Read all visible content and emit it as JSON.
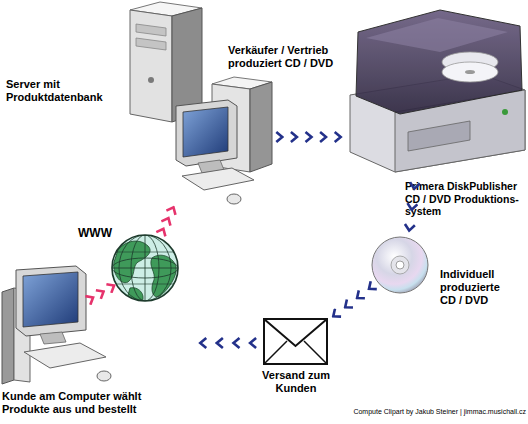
{
  "diagram": {
    "nodes": [
      {
        "text": [
          "Server mit Produktdatenbank"
        ]
      },
      {
        "text": [
          "Verkäufer / Vertrieb produziert CD / DVD"
        ]
      },
      {
        "text": [
          "WWW"
        ]
      },
      {
        "text": [
          "Primera DiskPublisher CD / DVD Produktions-system"
        ]
      },
      {
        "text": [
          "Individuell produzierte CD / DVD"
        ]
      },
      {
        "text": [
          "Versand zum Kunden"
        ]
      },
      {
        "text": [
          "Kunde am Computer wählt Produkte aus und bestellt"
        ]
      }
    ],
    "edges": [
      {
        "from": 6,
        "to": 2,
        "arrow": "to"
      },
      {
        "from": 2,
        "to": 1,
        "arrow": "to"
      },
      {
        "from": 1,
        "to": 3,
        "arrow": "to"
      },
      {
        "from": 3,
        "to": 4,
        "arrow": "to"
      },
      {
        "from": 4,
        "to": 5,
        "arrow": "to"
      },
      {
        "from": 5,
        "to": 6,
        "arrow": "to"
      }
    ],
    "labels": [
      "Compute Clipart by Jakub Steiner | jimmac.musichall.cz"
    ]
  }
}
